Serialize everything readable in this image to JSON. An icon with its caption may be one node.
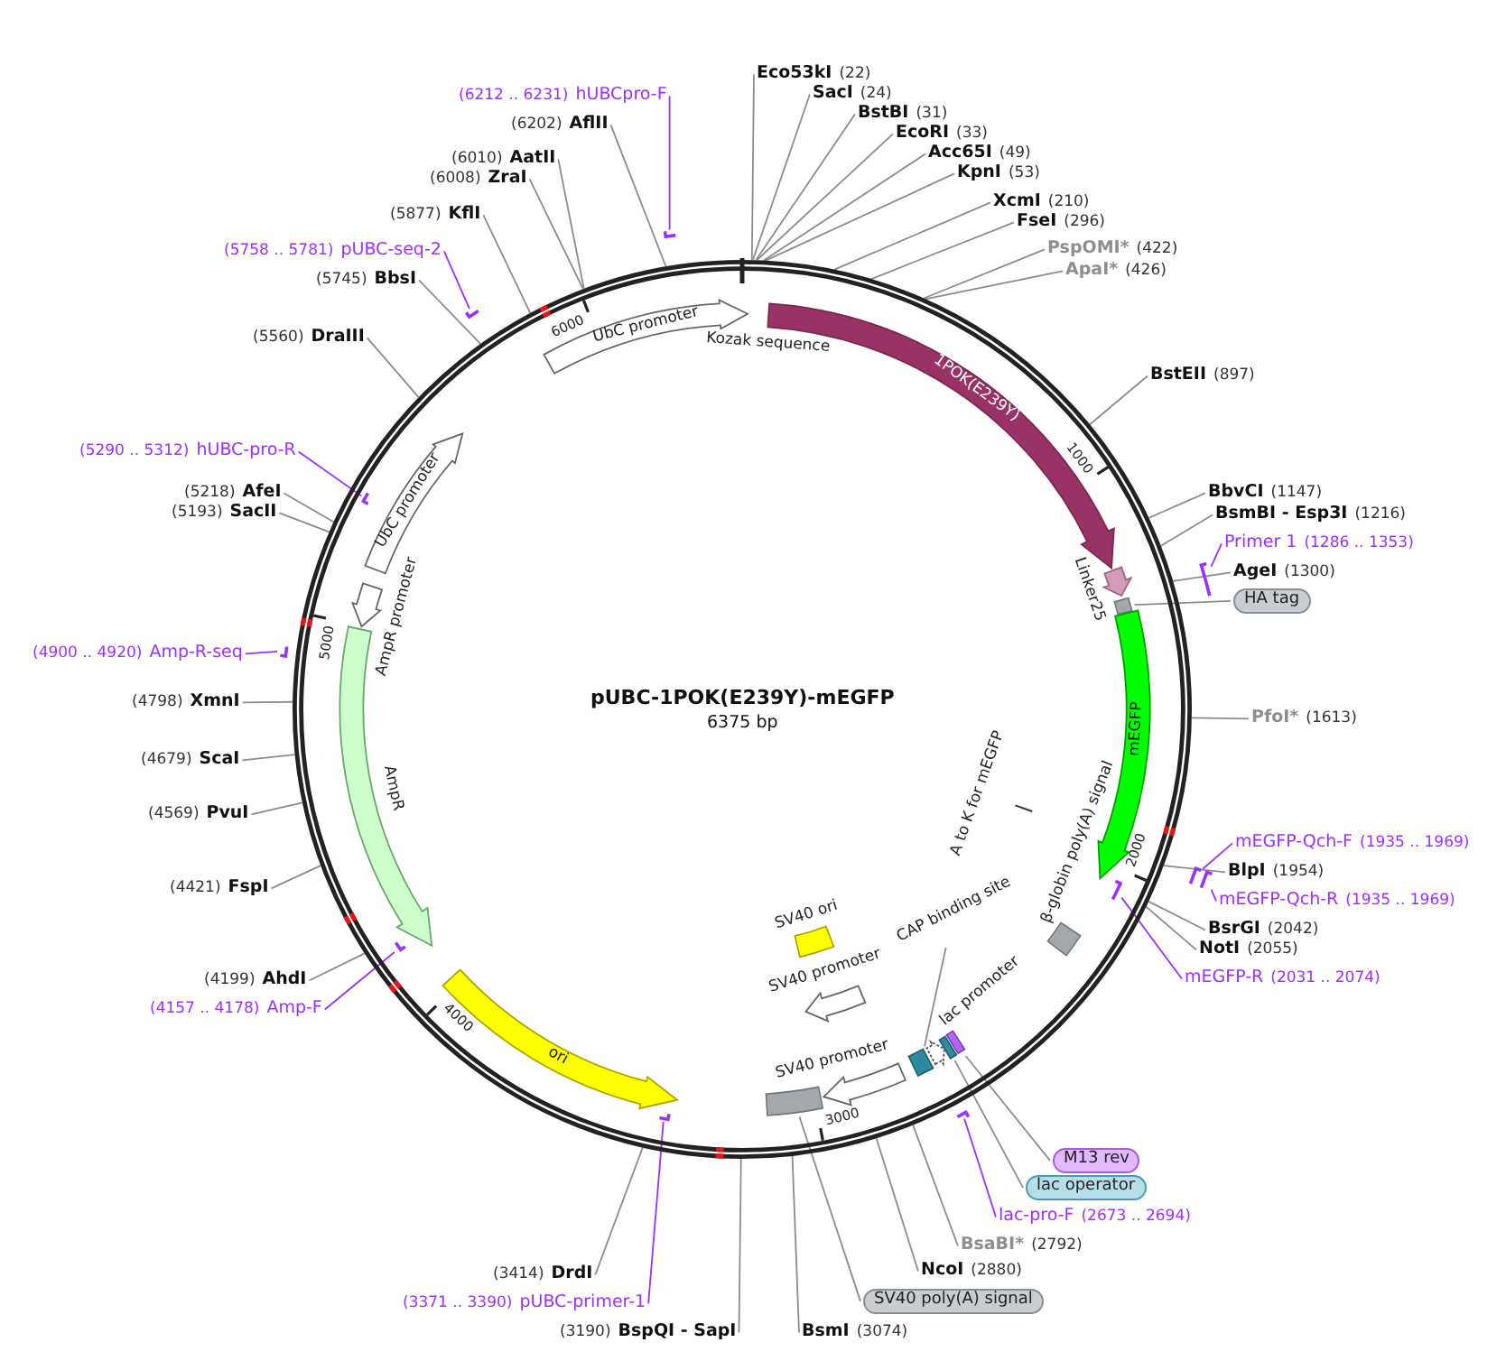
{
  "diagram": {
    "title": "pUBC-1POK(E239Y)-mEGFP",
    "nodes": [
      {
        "text": [
          "Eco53kI",
          "(22)"
        ]
      },
      {
        "text": [
          "SacI",
          "(24)"
        ]
      },
      {
        "text": [
          "BstBI",
          "(31)"
        ]
      },
      {
        "text": [
          "EcoRI",
          "(33)"
        ]
      },
      {
        "text": [
          "Acc65I",
          "(49)"
        ]
      },
      {
        "text": [
          "KpnI",
          "(53)"
        ]
      },
      {
        "text": [
          "XcmI",
          "(210)"
        ]
      },
      {
        "text": [
          "FseI",
          "(296)"
        ]
      },
      {
        "text": [
          "PspOMI*",
          "(422)"
        ]
      },
      {
        "text": [
          "ApaI*",
          "(426)"
        ]
      },
      {
        "text": [
          "BstEII",
          "(897)"
        ]
      },
      {
        "text": [
          "BbvCI",
          "(1147)"
        ]
      },
      {
        "text": [
          "BsmBI - Esp3I",
          "(1216)"
        ]
      },
      {
        "text": [
          "Primer 1",
          "(1286 .. 1353)"
        ]
      },
      {
        "text": [],
        "shape": "bar"
      },
      {
        "text": [
          "AgeI",
          "(1300)"
        ]
      },
      {
        "text": [
          "HA tag"
        ]
      },
      {
        "text": [],
        "shape": "box"
      },
      {
        "text": [
          "PfoI*",
          "(1613)"
        ]
      },
      {
        "text": [
          "mEGFP-Qch-F",
          "(1935 .. 1969)"
        ]
      },
      {
        "text": [],
        "shape": "bar"
      },
      {
        "text": [
          "BlpI",
          "(1954)"
        ]
      },
      {
        "text": [
          "mEGFP-Qch-R",
          "(1935 .. 1969)"
        ]
      },
      {
        "text": [],
        "shape": "bar"
      },
      {
        "text": [
          "BsrGI",
          "(2042)"
        ]
      },
      {
        "text": [
          "NotI",
          "(2055)"
        ]
      },
      {
        "text": [
          "mEGFP-R",
          "(2031 .. 2074)"
        ]
      },
      {
        "text": [],
        "shape": "bar"
      },
      {
        "text": [
          "M13 rev"
        ]
      },
      {
        "text": [],
        "shape": "box"
      },
      {
        "text": [
          "lac operator"
        ]
      },
      {
        "text": [],
        "shape": "box"
      },
      {
        "text": [
          "lac-pro-F",
          "(2673 .. 2694)"
        ]
      },
      {
        "text": [],
        "shape": "bar"
      },
      {
        "text": [
          "BsaBI*",
          "(2792)"
        ]
      },
      {
        "text": [
          "NcoI",
          "(2880)"
        ]
      },
      {
        "text": [
          "SV40 poly(A) signal"
        ]
      },
      {
        "text": [],
        "shape": "box"
      },
      {
        "text": [
          "BsmI",
          "(3074)"
        ]
      },
      {
        "text": [
          "(3190)",
          "BspQI - SapI"
        ]
      },
      {
        "text": [
          "(3371 .. 3390)",
          "pUBC-primer-1"
        ]
      },
      {
        "text": [],
        "shape": "bar"
      },
      {
        "text": [
          "(3414)",
          "DrdI"
        ]
      },
      {
        "text": [
          "(4157 .. 4178)",
          "Amp-F"
        ]
      },
      {
        "text": [],
        "shape": "bar"
      },
      {
        "text": [
          "(4199)",
          "AhdI"
        ]
      },
      {
        "text": [
          "(4421)",
          "FspI"
        ]
      },
      {
        "text": [
          "(4569)",
          "PvuI"
        ]
      },
      {
        "text": [
          "(4679)",
          "ScaI"
        ]
      },
      {
        "text": [
          "(4798)",
          "XmnI"
        ]
      },
      {
        "text": [
          "(4900 .. 4920)",
          "Amp-R-seq"
        ]
      },
      {
        "text": [],
        "shape": "bar"
      },
      {
        "text": [
          "(5193)",
          "SacII"
        ]
      },
      {
        "text": [
          "(5218)",
          "AfeI"
        ]
      },
      {
        "text": [
          "(5290 .. 5312)",
          "hUBC-pro-R"
        ]
      },
      {
        "text": [],
        "shape": "bar"
      },
      {
        "text": [
          "(5560)",
          "DraIII"
        ]
      },
      {
        "text": [
          "(5745)",
          "BbsI"
        ]
      },
      {
        "text": [
          "(5758 .. 5781)",
          "pUBC-seq-2"
        ]
      },
      {
        "text": [],
        "shape": "bar"
      },
      {
        "text": [
          "(5877)",
          "KflI"
        ]
      },
      {
        "text": [
          "(6008)",
          "ZraI"
        ]
      },
      {
        "text": [
          "(6010)",
          "AatII"
        ]
      },
      {
        "text": [
          "(6202)",
          "AflII"
        ]
      },
      {
        "text": [
          "(6212 .. 6231)",
          "hUBCpro-F"
        ]
      },
      {
        "text": [],
        "shape": "bar"
      },
      {
        "text": [
          "UbC promoter"
        ]
      },
      {
        "text": [
          "1POK(E239Y)"
        ]
      },
      {
        "text": [
          "Linker25"
        ]
      },
      {
        "text": [
          "mEGFP"
        ]
      },
      {
        "text": [
          "A to K for mEGFP"
        ]
      },
      {
        "text": [
          "β-globin poly(A) signal"
        ]
      },
      {
        "text": [
          "SV40 ori"
        ]
      },
      {
        "text": [
          "SV40 promoter"
        ]
      },
      {
        "text": [
          "CAP binding site"
        ]
      },
      {
        "text": [],
        "shape": "box"
      },
      {
        "text": [
          "lac promoter"
        ]
      },
      {
        "text": [
          "SV40 promoter"
        ]
      },
      {
        "text": [
          "ori"
        ]
      },
      {
        "text": [
          "AmpR"
        ]
      },
      {
        "text": [
          "AmpR promoter"
        ]
      },
      {
        "text": [
          "UbC promoter"
        ]
      }
    ],
    "edges": [
      {
        "from": 0,
        "to": null,
        "arrow": "none"
      },
      {
        "from": 1,
        "to": null,
        "arrow": "none"
      },
      {
        "from": 2,
        "to": null,
        "arrow": "none"
      },
      {
        "from": 3,
        "to": null,
        "arrow": "none"
      },
      {
        "from": 4,
        "to": null,
        "arrow": "none"
      },
      {
        "from": 5,
        "to": null,
        "arrow": "none"
      },
      {
        "from": 6,
        "to": null,
        "arrow": "none"
      },
      {
        "from": 7,
        "to": null,
        "arrow": "none"
      },
      {
        "from": 8,
        "to": null,
        "arrow": "none"
      },
      {
        "from": 9,
        "to": null,
        "arrow": "none"
      },
      {
        "from": 10,
        "to": null,
        "arrow": "none"
      },
      {
        "from": 11,
        "to": null,
        "arrow": "none"
      },
      {
        "from": 12,
        "to": null,
        "arrow": "none"
      },
      {
        "from": 13,
        "to": 14,
        "arrow": "none",
        "color": "#9b30ff"
      },
      {
        "from": 15,
        "to": null,
        "arrow": "none"
      },
      {
        "from": 16,
        "to": 17,
        "arrow": "none"
      },
      {
        "from": 18,
        "to": null,
        "arrow": "none"
      },
      {
        "from": 19,
        "to": 20,
        "arrow": "none",
        "color": "#9b30ff"
      },
      {
        "from": 21,
        "to": null,
        "arrow": "none"
      },
      {
        "from": 22,
        "to": 23,
        "arrow": "none",
        "color": "#9b30ff"
      },
      {
        "from": 24,
        "to": null,
        "arrow": "none"
      },
      {
        "from": 25,
        "to": null,
        "arrow": "none"
      },
      {
        "from": 26,
        "to": 27,
        "arrow": "none",
        "color": "#9b30ff"
      },
      {
        "from": 28,
        "to": 29,
        "arrow": "none"
      },
      {
        "from": 30,
        "to": 31,
        "arrow": "none"
      },
      {
        "from": 32,
        "to": 33,
        "arrow": "none",
        "color": "#9b30ff"
      },
      {
        "from": 34,
        "to": null,
        "arrow": "none"
      },
      {
        "from": 35,
        "to": null,
        "arrow": "none"
      },
      {
        "from": 36,
        "to": 37,
        "arrow": "none"
      },
      {
        "from": 38,
        "to": null,
        "arrow": "none"
      },
      {
        "from": 39,
        "to": null,
        "arrow": "none"
      },
      {
        "from": 40,
        "to": 41,
        "arrow": "none",
        "color": "#9b30ff"
      },
      {
        "from": 42,
        "to": null,
        "arrow": "none"
      },
      {
        "from": 43,
        "to": 44,
        "arrow": "none",
        "color": "#9b30ff"
      },
      {
        "from": 45,
        "to": null,
        "arrow": "none"
      },
      {
        "from": 46,
        "to": null,
        "arrow": "none"
      },
      {
        "from": 47,
        "to": null,
        "arrow": "none"
      },
      {
        "from": 48,
        "to": null,
        "arrow": "none"
      },
      {
        "from": 49,
        "to": null,
        "arrow": "none"
      },
      {
        "from": 50,
        "to": 51,
        "arrow": "none",
        "color": "#9b30ff"
      },
      {
        "from": 52,
        "to": null,
        "arrow": "none"
      },
      {
        "from": 53,
        "to": null,
        "arrow": "none"
      },
      {
        "from": 54,
        "to": 55,
        "arrow": "none",
        "color": "#9b30ff"
      },
      {
        "from": 56,
        "to": null,
        "arrow": "none"
      },
      {
        "from": 57,
        "to": null,
        "arrow": "none"
      },
      {
        "from": 58,
        "to": 59,
        "arrow": "none",
        "color": "#9b30ff"
      },
      {
        "from": 60,
        "to": null,
        "arrow": "none"
      },
      {
        "from": 61,
        "to": null,
        "arrow": "none"
      },
      {
        "from": 62,
        "to": null,
        "arrow": "none"
      },
      {
        "from": 63,
        "to": null,
        "arrow": "none"
      },
      {
        "from": 64,
        "to": 65,
        "arrow": "none",
        "color": "#9b30ff"
      },
      {
        "from": 74,
        "to": 75,
        "arrow": "none"
      }
    ],
    "labels": [
      "6000",
      "Kozak sequence",
      "1000",
      "5000",
      "6375 bp",
      "2000",
      "4000",
      "3000"
    ]
  }
}
